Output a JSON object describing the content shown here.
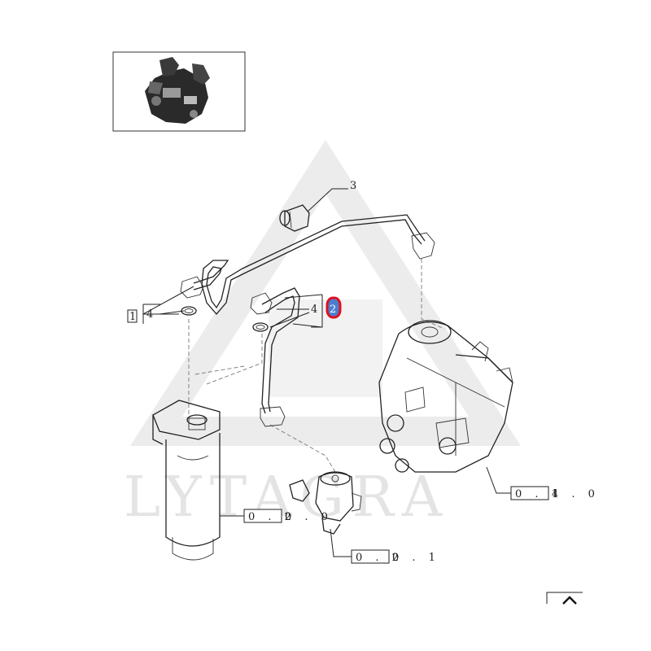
{
  "watermark": {
    "text": "LYTAGRA"
  },
  "thumbnail": {
    "alt_icon": "engine-thumbnail-icon"
  },
  "callouts": {
    "item_3": "3",
    "item_4_left": "4",
    "item_4_right": "4",
    "item_1": "1",
    "item_2": "2"
  },
  "references": {
    "ref_fuel_filter": {
      "boxed": "0 . 2",
      "rest": "0 . 0"
    },
    "ref_feed_pump": {
      "boxed": "0 . 2",
      "rest": "0 . 1"
    },
    "ref_injection_pump": {
      "boxed": "0 . 1",
      "rest": "4 . 0"
    }
  },
  "highlight": {
    "item": "2",
    "color": "#e0101f",
    "fill": "#4a7fd0"
  },
  "nav": {
    "icon": "chevron-up-icon"
  },
  "colors": {
    "line": "#222222",
    "watermark": "#e4e4e4"
  }
}
